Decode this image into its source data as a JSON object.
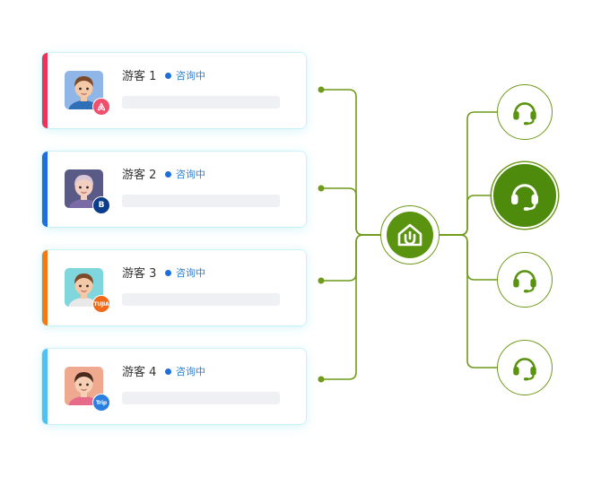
{
  "visitors": [
    {
      "name": "游客 1",
      "status": "咨询中",
      "stripe_color": "#e8345a",
      "badge_text": "",
      "badge_icon": "airbnb-icon",
      "badge_color": "#f0506e",
      "avatar_bg": "#8fb6e6",
      "hair": "#7a4a2a",
      "skin": "#f3c9a8",
      "shirt": "#2f6fb8"
    },
    {
      "name": "游客 2",
      "status": "咨询中",
      "stripe_color": "#1e6fd9",
      "badge_text": "B",
      "badge_icon": "booking-icon",
      "badge_color": "#0a3d8c",
      "avatar_bg": "#5a5a86",
      "hair": "#d9c7d8",
      "skin": "#f2cfc0",
      "shirt": "#7a6aa6"
    },
    {
      "name": "游客 3",
      "status": "咨询中",
      "stripe_color": "#f07a1a",
      "badge_text": "TUJIA",
      "badge_icon": "tujia-icon",
      "badge_color": "#f06a1a",
      "avatar_bg": "#7fd7dd",
      "hair": "#7a4a2a",
      "skin": "#f3c9a8",
      "shirt": "#e9e9e9"
    },
    {
      "name": "游客 4",
      "status": "咨询中",
      "stripe_color": "#4fc0f0",
      "badge_text": "Trip",
      "badge_icon": "trip-icon",
      "badge_color": "#2a7fe0",
      "avatar_bg": "#efa98e",
      "hair": "#4a2a1a",
      "skin": "#f6cfb4",
      "shirt": "#e86a8a"
    }
  ],
  "hub": {
    "icon": "house-logo-icon",
    "color": "#5a930f"
  },
  "agents": [
    {
      "icon": "headset-icon",
      "active": false
    },
    {
      "icon": "headset-icon",
      "active": true
    },
    {
      "icon": "headset-icon",
      "active": false
    },
    {
      "icon": "headset-icon",
      "active": false
    }
  ],
  "colors": {
    "line": "#6f9a1a",
    "accent_green": "#5a930f",
    "status_blue": "#2a7fd4"
  }
}
